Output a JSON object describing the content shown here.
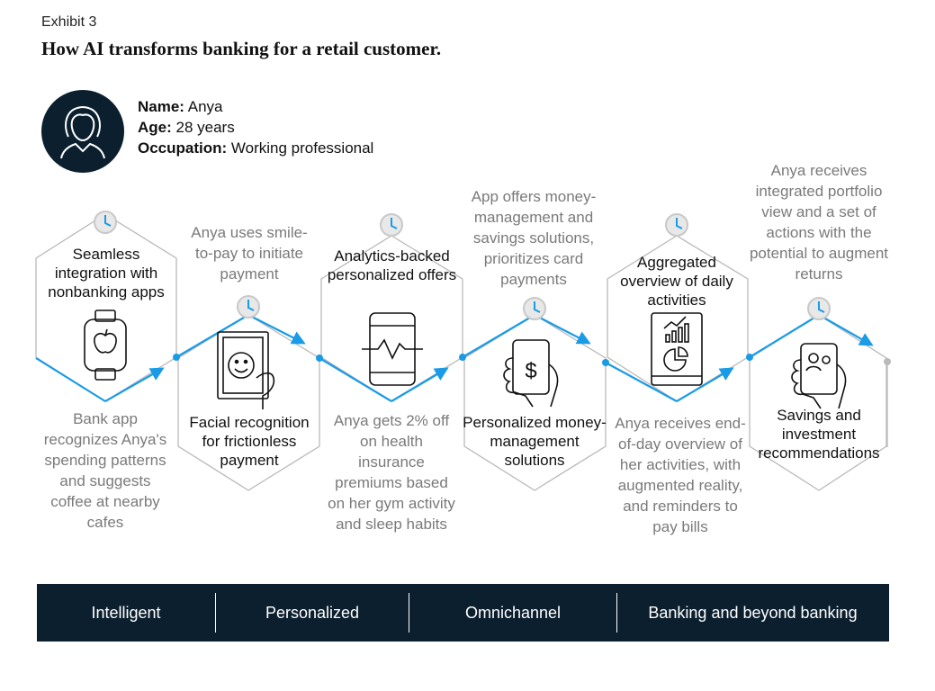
{
  "exhibit": "Exhibit 3",
  "title": "How AI transforms banking for a retail customer.",
  "profile": {
    "name_label": "Name:",
    "name": "Anya",
    "age_label": "Age:",
    "age": "28 years",
    "occupation_label": "Occupation:",
    "occupation": "Working professional"
  },
  "steps": [
    {
      "title": "Seamless integration with nonbanking apps",
      "caption": "Bank app recognizes Anya's spending patterns and suggests coffee at nearby cafes",
      "icon": "smartwatch-apple-icon"
    },
    {
      "title": "Facial recognition for frictionless payment",
      "caption": "Anya uses smile-to-pay to initiate payment",
      "icon": "face-recognition-icon"
    },
    {
      "title": "Analytics-backed personalized offers",
      "caption": "Anya gets 2% off on health insurance premiums based on her gym activity and sleep habits",
      "icon": "phone-heartbeat-icon"
    },
    {
      "title": "Personalized money-management solutions",
      "caption": "App offers money-management and savings solutions, prioritizes card payments",
      "icon": "hand-phone-dollar-icon"
    },
    {
      "title": "Aggregated overview of daily activities",
      "caption": "Anya receives end-of-day overview of her activities, with augmented reality, and reminders to pay bills",
      "icon": "tablet-charts-icon"
    },
    {
      "title": "Savings and investment recommendations",
      "caption": "Anya receives integrated portfolio view and a set of actions with the potential to augment returns",
      "icon": "hand-phone-advisor-icon"
    }
  ],
  "themes": [
    "Intelligent",
    "Personalized",
    "Omnichannel",
    "Banking and beyond banking"
  ],
  "colors": {
    "accent": "#1a9be6",
    "dark": "#0b1f2e",
    "outline": "#b9b9b9",
    "caption": "#7a7a7a"
  }
}
